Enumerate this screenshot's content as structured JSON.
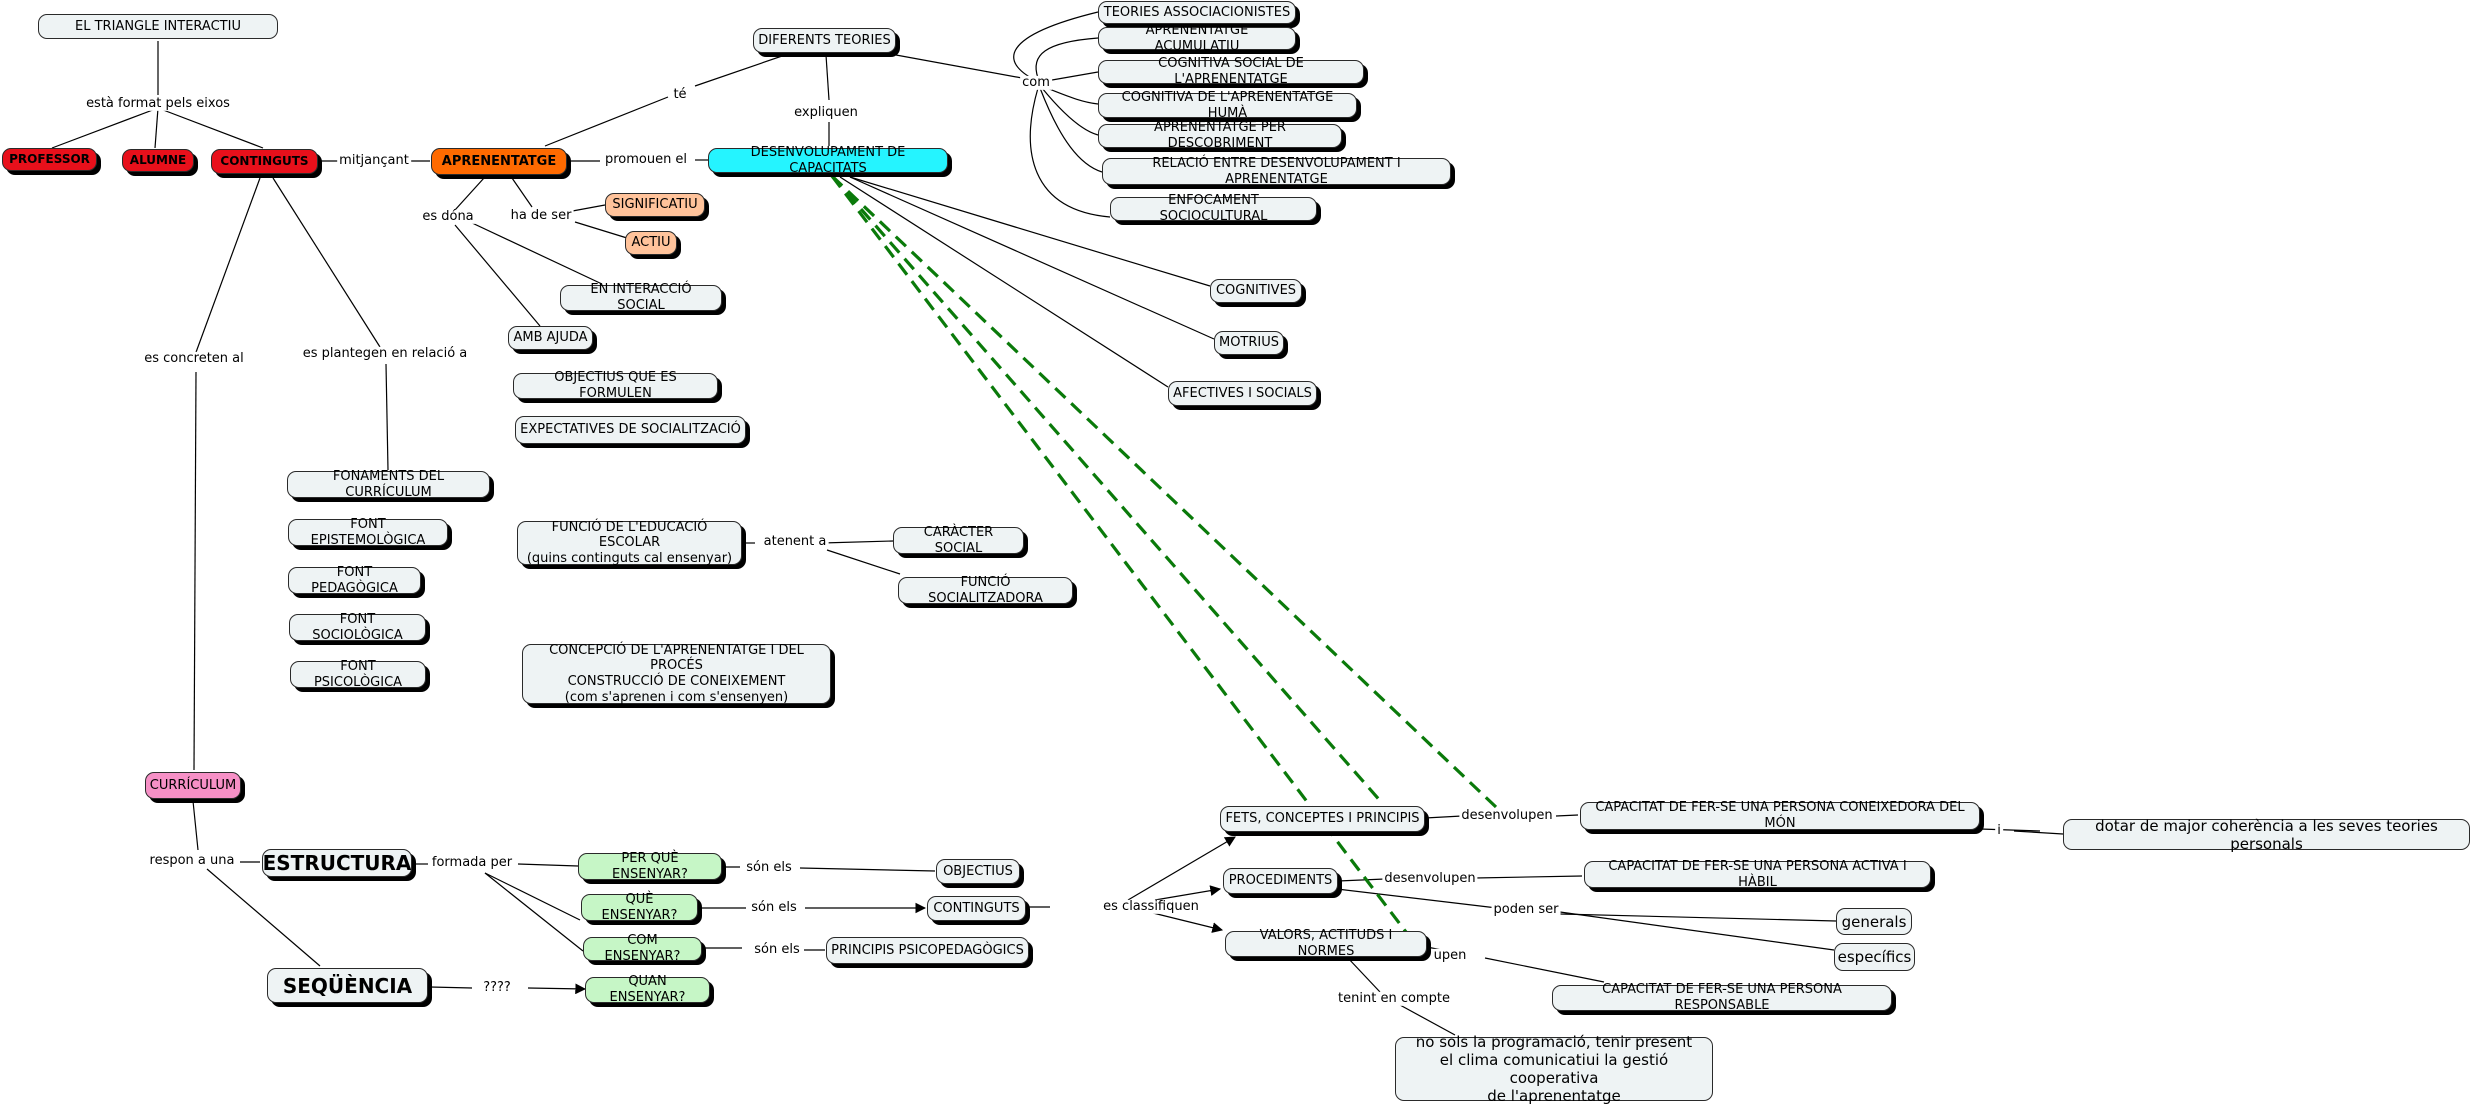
{
  "nodes": {
    "triangle": "EL TRIANGLE INTERACTIU",
    "professor": "PROFESSOR",
    "alumne": "ALUMNE",
    "continguts_top": "CONTINGUTS",
    "aprenentatge": "APRENENTATGE",
    "diferents_teories": "DIFERENTS TEORIES",
    "desenvolupament": "DESENVOLUPAMENT DE CAPACITATS",
    "teories_assoc": "TEORIES ASSOCIACIONISTES",
    "aprenentatge_acum": "APRENENTATGE ACUMULATIU",
    "cognitiva_social": "COGNITIVA SOCIAL DE L'APRENENTATGE",
    "cognitiva_huma": "COGNITIVA DE L'APRENENTATGE HUMÀ",
    "aprenentatge_desc": "APRENENTATGE PER DESCOBRIMENT",
    "relacio": "RELACIÓ ENTRE DESENVOLUPAMENT I APRENENTATGE",
    "enfocament": "ENFOCAMENT SOCIOCULTURAL",
    "significatiu": "SIGNIFICATIU",
    "actiu": "ACTIU",
    "interaccio": "EN INTERACCIÓ SOCIAL",
    "amb_ajuda": "AMB AJUDA",
    "objectius_formulen": "OBJECTIUS QUE ES FORMULEN",
    "expectatives": "EXPECTATIVES DE SOCIALITZACIÓ",
    "cognitives": "COGNITIVES",
    "motrius": "MOTRIUS",
    "afectives": "AFECTIVES I SOCIALS",
    "fonaments": "FONAMENTS DEL CURRÍCULUM",
    "font_epist": "FONT EPISTEMOLÒGICA",
    "font_ped": "FONT PEDAGÒGICA",
    "font_soc": "FONT SOCIOLÒGICA",
    "font_psi": "FONT PSICOLÒGICA",
    "funcio_educacio": "FUNCIÓ DE L'EDUCACIÓ ESCOLAR\n(quins continguts cal ensenyar)",
    "caracter_social": "CARÀCTER SOCIAL",
    "funcio_soc": "FUNCIÓ SOCIALITZADORA",
    "concepcio": "CONCEPCIÓ DE L'APRENENTATGE I DEL PROCÉS\nCONSTRUCCIÓ DE CONEIXEMENT\n(com s'aprenen i com s'ensenyen)",
    "curriculum": "CURRÍCULUM",
    "estructura": "ESTRUCTURA",
    "sequencia": "SEQÜÈNCIA",
    "per_que": "PER QUÈ ENSENYAR?",
    "que": "QUÈ ENSENYAR?",
    "com": "COM ENSENYAR?",
    "quan": "QUAN ENSENYAR?",
    "objectius": "OBJECTIUS",
    "continguts": "CONTINGUTS",
    "principis": "PRINCIPIS PSICOPEDAGÒGICS",
    "fets": "FETS, CONCEPTES I PRINCIPIS",
    "procediments": "PROCEDIMENTS",
    "valors": "VALORS, ACTITUDS I NORMES",
    "cap_coneixedora": "CAPACITAT DE FER-SE UNA PERSONA CONEIXEDORA DEL MÓN",
    "cap_activa": "CAPACITAT DE FER-SE UNA PERSONA ACTIVA I HÀBIL",
    "cap_responsable": "CAPACITAT DE FER-SE UNA PERSONA RESPONSABLE",
    "dotar": "dotar de major coherència a les seves teories personals",
    "generals": "generals",
    "especifics": "específics",
    "no_sols": "no sols la programació, tenir present\nel clima comunicatiui la gestió cooperativa\nde l'aprenentatge"
  },
  "labels": {
    "format_pels_eixos": "està format pels eixos",
    "mitjancant": "mitjançant",
    "te": "té",
    "expliquen": "expliquen",
    "com": "com",
    "promouen_el": "promouen el",
    "es_dona": "es dóna",
    "ha_de_ser": "ha de ser",
    "es_concreten_al": "es concreten al",
    "es_plantegen": "es plantegen en relació a",
    "atenent_a": "atenent a",
    "respon_a_una": "respon a una",
    "formada_per": "formada per",
    "son_els_1": "són els",
    "son_els_2": "són els",
    "son_els_3": "són els",
    "interrogants": "????",
    "es_classifiquen": "es classifiquen",
    "desenvolupen_1": "desenvolupen",
    "desenvolupen_2": "desenvolupen",
    "desenvolupen_3": "upen",
    "poden_ser": "poden ser",
    "tenint_en_compte": "tenint en compte",
    "i": "i"
  },
  "colors": {
    "node_fill": "#eef3f4",
    "red": "#e8101b",
    "orange": "#ff6a00",
    "cyan": "#25f4ff",
    "peach": "#ffc39b",
    "green": "#c6f6c6",
    "pink": "#f690c6",
    "dashed_link": "#0a7a0a"
  }
}
